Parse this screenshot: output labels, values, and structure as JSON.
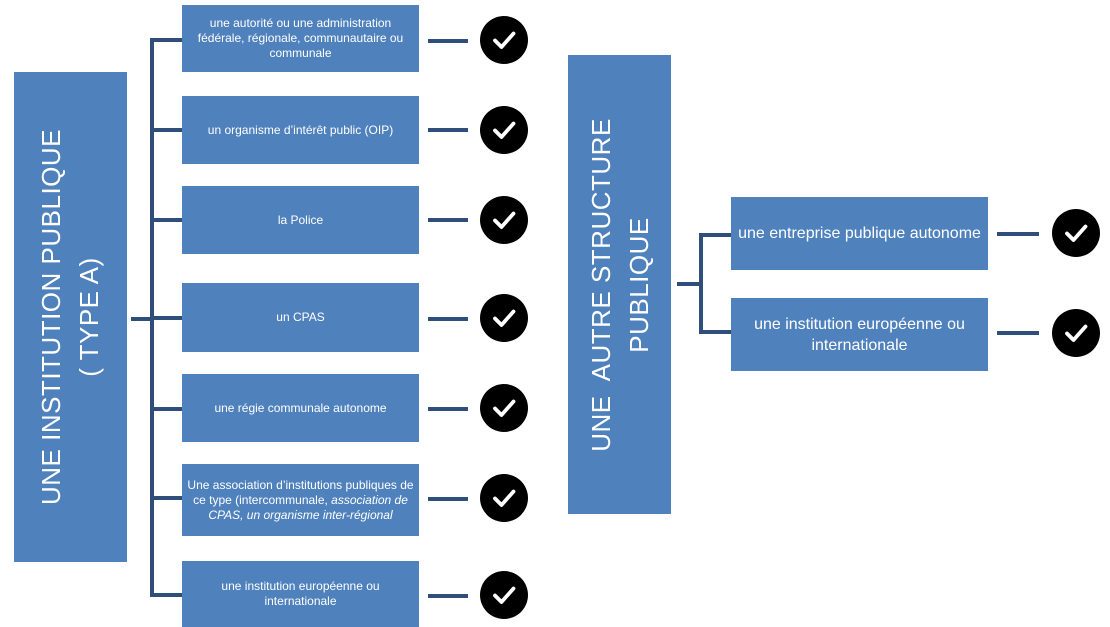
{
  "left_group": {
    "title_line1": "UNE INSTITUTION PUBLIQUE",
    "title_line2": "( TYPE A)",
    "items": [
      {
        "label": "une autorité ou une administration fédérale, régionale, communautaire ou communale"
      },
      {
        "label": "un organisme d’intérêt public (OIP)"
      },
      {
        "label": "la Police"
      },
      {
        "label": "un CPAS"
      },
      {
        "label": "une régie communale autonome"
      },
      {
        "label_normal": "Une association d’institutions publiques de ce type (intercommunale, ",
        "label_italic": "association de CPAS, un organisme inter-régional"
      },
      {
        "label": "une institution européenne ou internationale"
      }
    ]
  },
  "right_group": {
    "title_line1": "UNE  AUTRE STRUCTURE",
    "title_line2": "PUBLIQUE",
    "items": [
      {
        "label": "une entreprise publique autonome"
      },
      {
        "label": "une institution européenne ou internationale"
      }
    ]
  },
  "colors": {
    "box": "#4f81bd",
    "connector": "#2f4f7a",
    "check_bg": "#000000",
    "check_mark": "#ffffff"
  },
  "icon": "check-circle-icon"
}
